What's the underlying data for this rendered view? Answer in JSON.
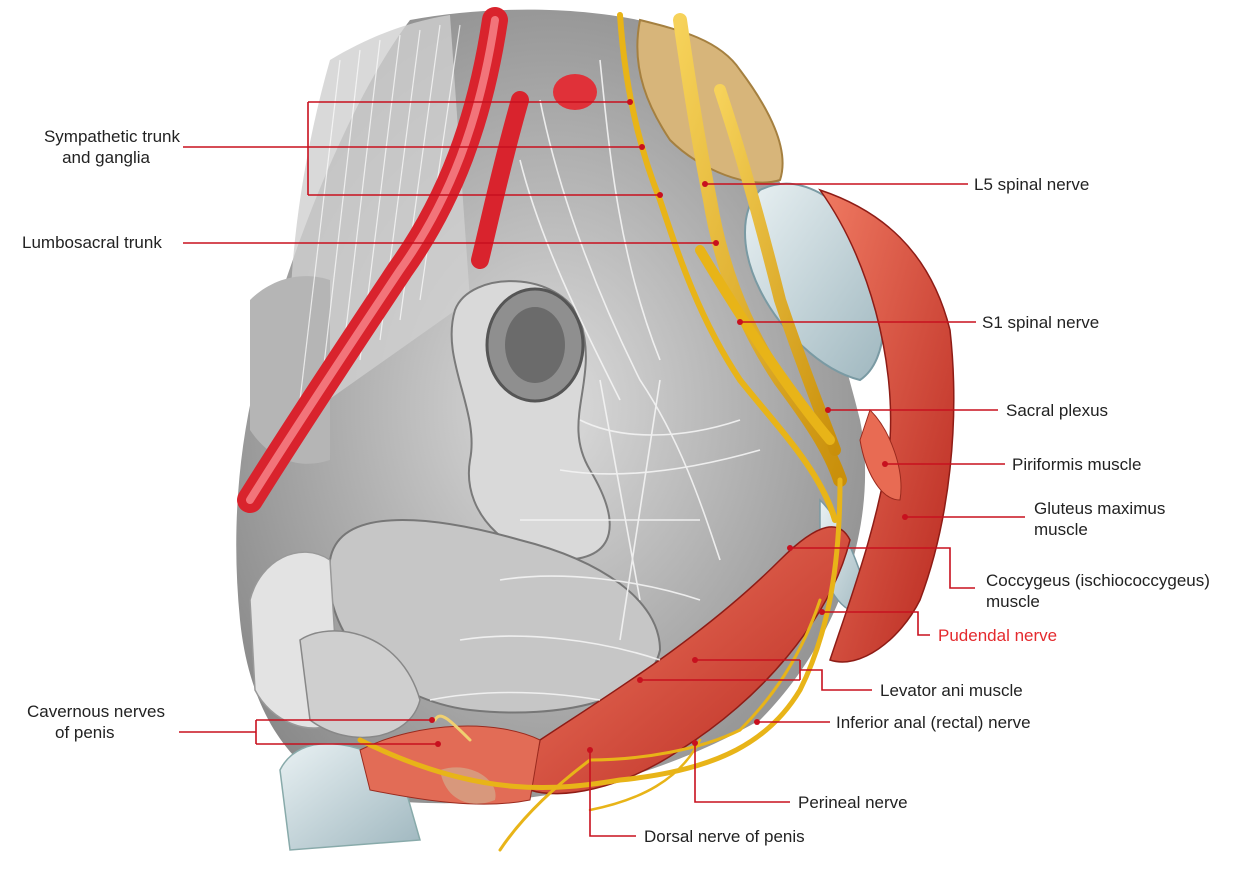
{
  "colors": {
    "leader": "#c8101e",
    "highlight": "#e42a2e",
    "text": "#222222",
    "nerve": "#e8b418",
    "artery": "#d9232d",
    "muscle": "#d8452f",
    "gray_tissue": "#9a9a9a"
  },
  "labels": {
    "sympathetic_trunk": {
      "line1": "Sympathetic trunk",
      "line2": "and ganglia"
    },
    "lumbosacral_trunk": "Lumbosacral trunk",
    "cavernous_nerves": {
      "line1": "Cavernous nerves",
      "line2": "of penis"
    },
    "l5_spinal_nerve": "L5 spinal nerve",
    "s1_spinal_nerve": "S1 spinal nerve",
    "sacral_plexus": "Sacral plexus",
    "piriformis_muscle": "Piriformis muscle",
    "gluteus_maximus": {
      "line1": "Gluteus maximus",
      "line2": "muscle"
    },
    "coccygeus": {
      "line1": "Coccygeus (ischiococcygeus)",
      "line2": "muscle"
    },
    "pudendal_nerve": "Pudendal nerve",
    "levator_ani": "Levator ani muscle",
    "inferior_anal_nerve": "Inferior anal (rectal) nerve",
    "perineal_nerve": "Perineal nerve",
    "dorsal_nerve_penis": "Dorsal nerve of penis"
  }
}
